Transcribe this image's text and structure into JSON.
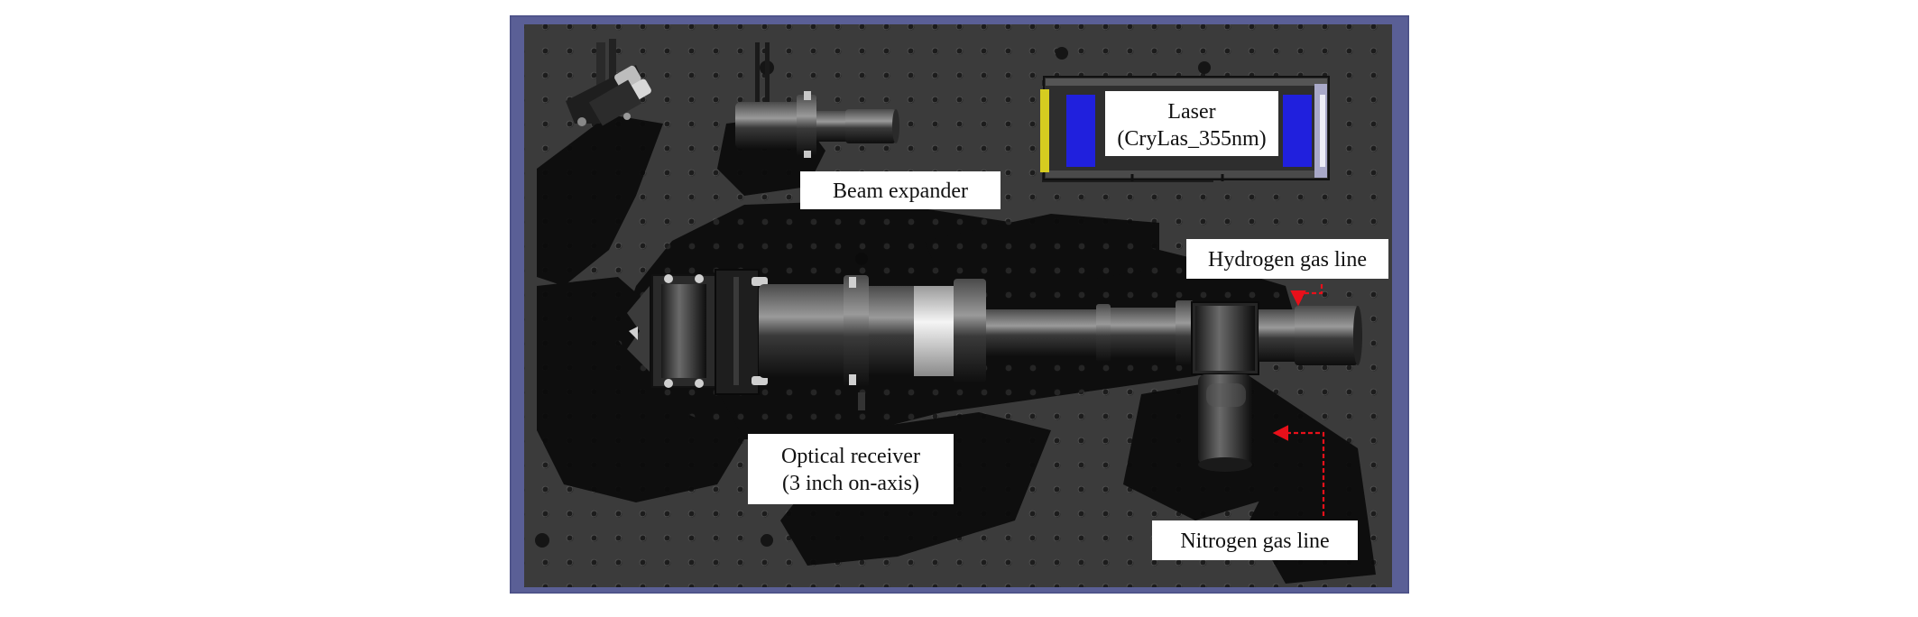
{
  "figure": {
    "labels": {
      "laser_line1": "Laser",
      "laser_line2": "(CryLas_355nm)",
      "beam_expander": "Beam expander",
      "hydrogen": "Hydrogen gas line",
      "receiver_line1": "Optical receiver",
      "receiver_line2": "(3 inch on-axis)",
      "nitrogen": "Nitrogen gas line"
    },
    "colors": {
      "background_frame": "#5a5f96",
      "breadboard": "#3c3c3c",
      "hole": "#1a1a1a",
      "shadow": "#0b0b0b",
      "laser_window": "#2020dd",
      "arrow": "#e8101a",
      "label_box": "#ffffff"
    }
  }
}
